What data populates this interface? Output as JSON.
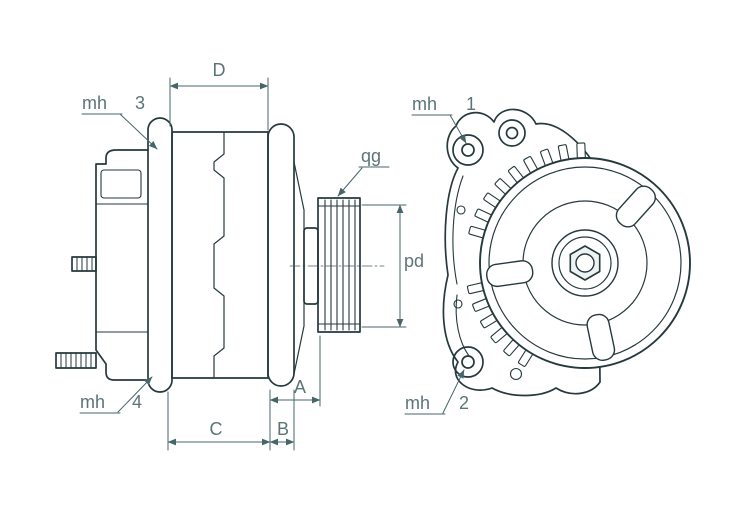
{
  "drawing": {
    "background": "#ffffff",
    "stroke_color": "#26393d",
    "detail_color": "#3a5054",
    "dimension_color": "#46666b",
    "label_color": "#5c7478",
    "labels": {
      "dim_d": "D",
      "dim_c": "C",
      "dim_b": "B",
      "dim_a": "A",
      "dim_pd": "pd",
      "dim_qg": "qg",
      "mh": "mh",
      "mh1_num": "1",
      "mh2_num": "2",
      "mh3_num": "3",
      "mh4_num": "4"
    }
  }
}
